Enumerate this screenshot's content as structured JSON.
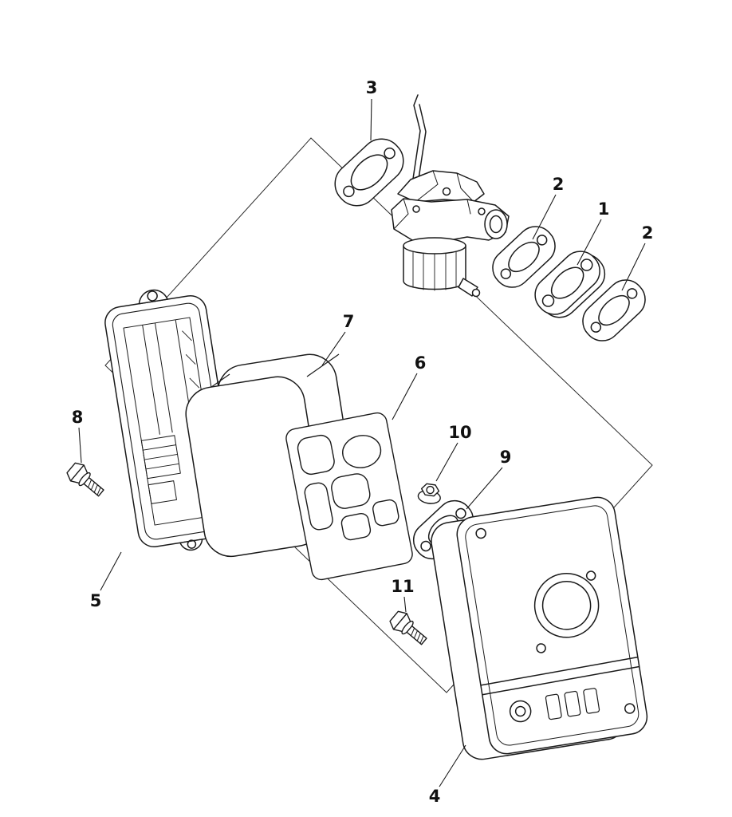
{
  "page": {
    "background": "#ffffff",
    "ink": "#1a1a1a"
  },
  "callouts": [
    {
      "label": "3"
    },
    {
      "label": "2"
    },
    {
      "label": "1"
    },
    {
      "label": "2"
    },
    {
      "label": "7"
    },
    {
      "label": "6"
    },
    {
      "label": "10"
    },
    {
      "label": "9"
    },
    {
      "label": "8"
    },
    {
      "label": "5"
    },
    {
      "label": "11"
    },
    {
      "label": "4"
    }
  ]
}
